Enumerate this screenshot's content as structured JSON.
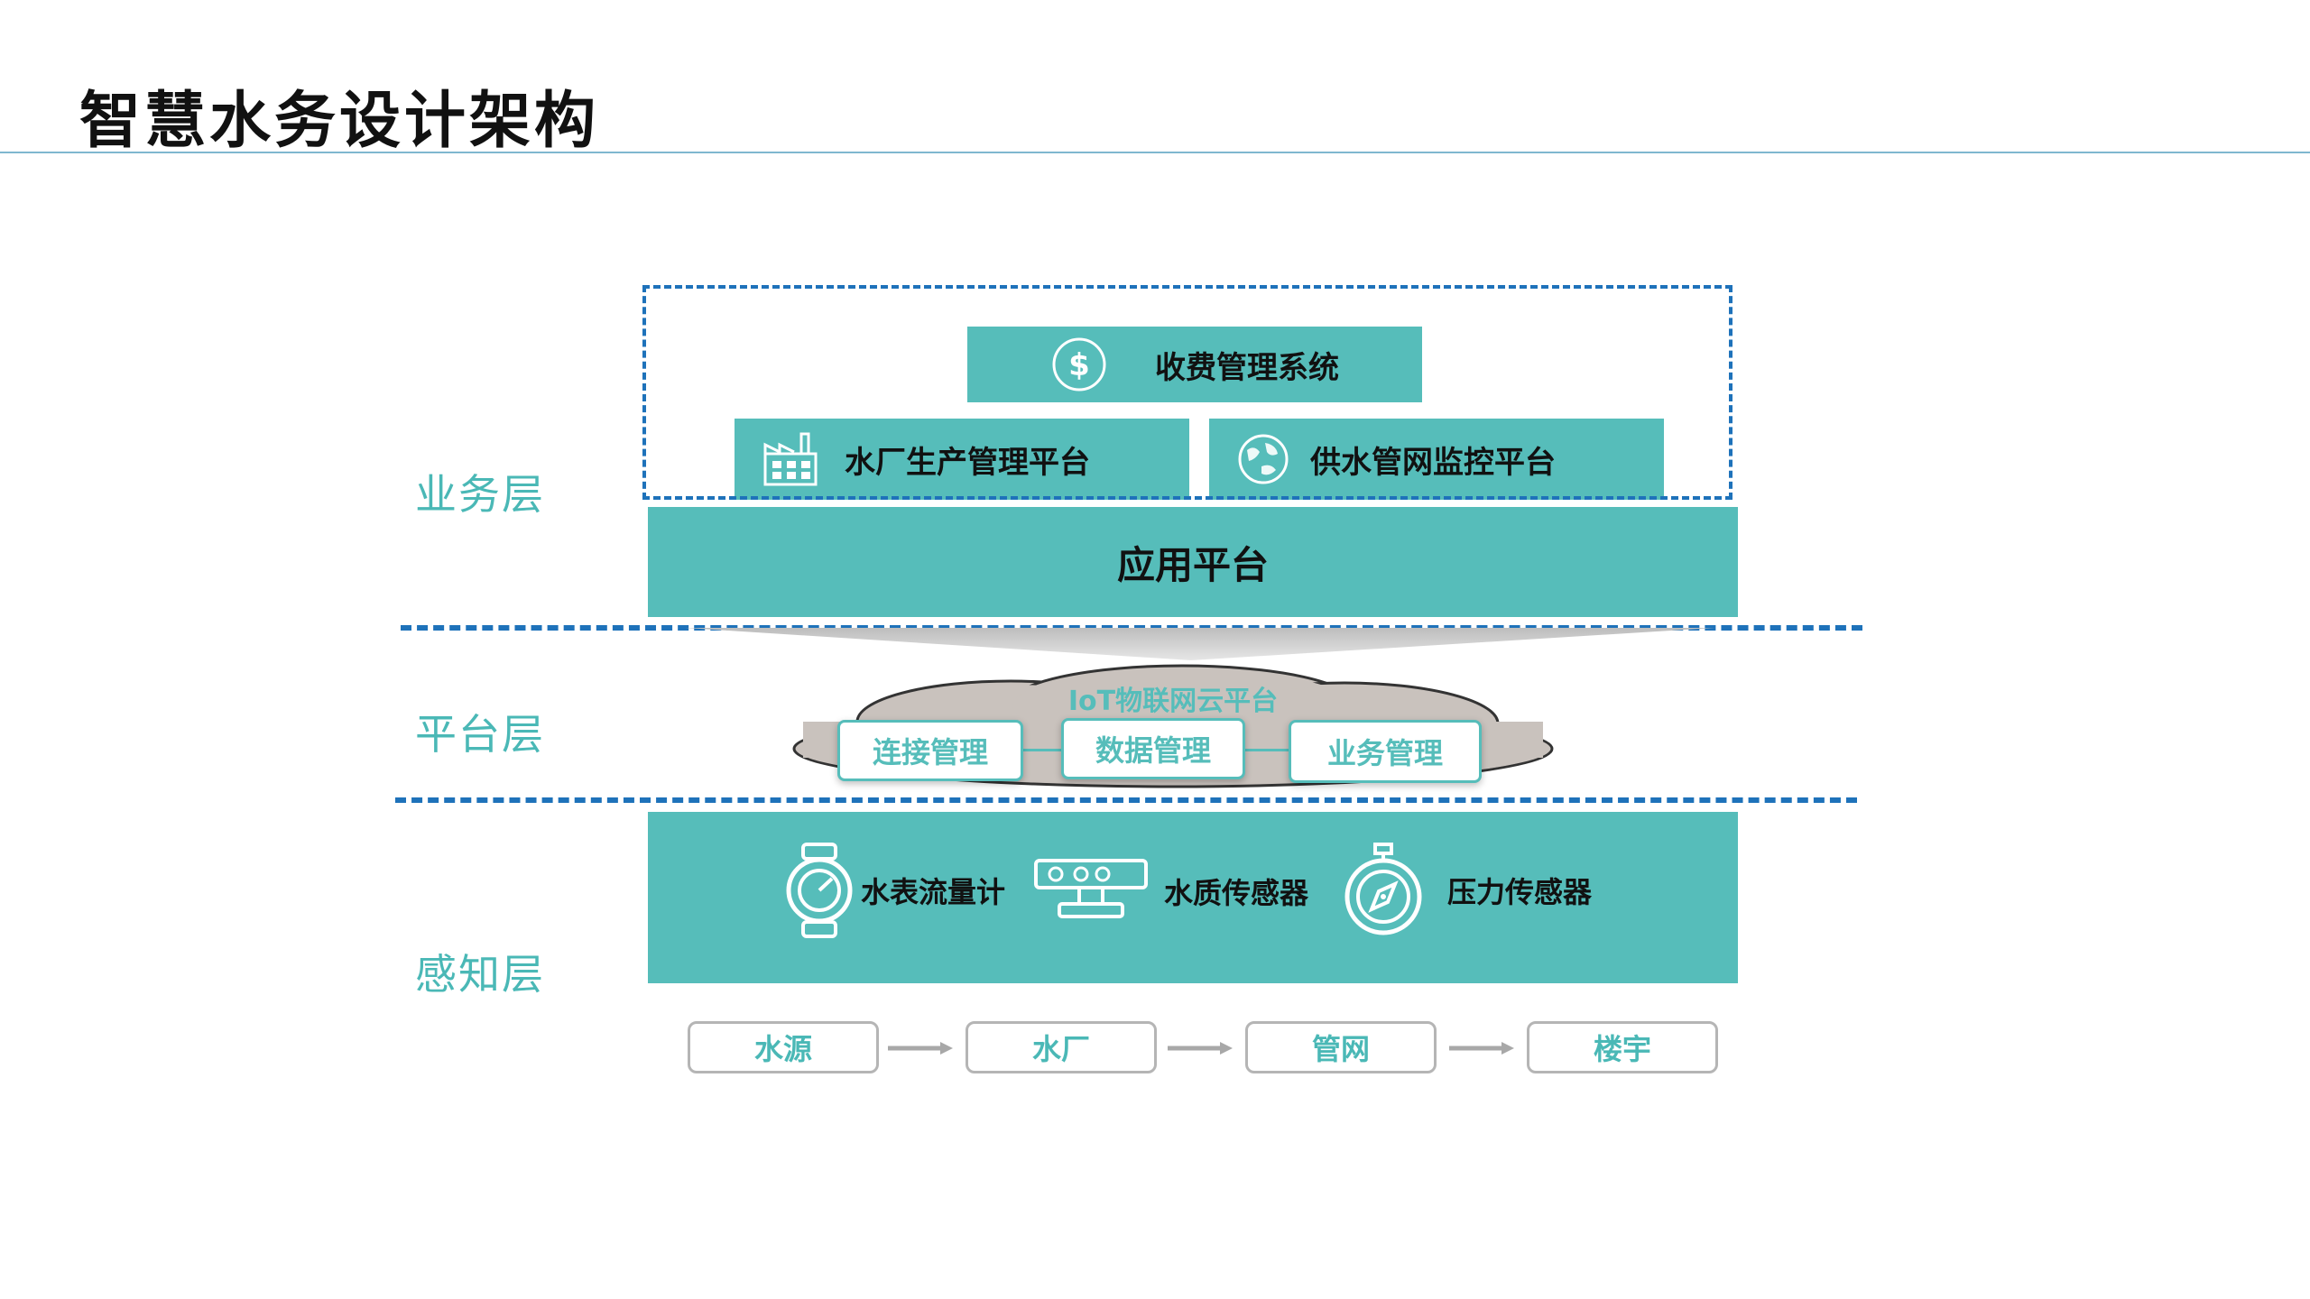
{
  "title": "智慧水务设计架构",
  "layers": {
    "business": "业务层",
    "platform": "平台层",
    "perception": "感知层"
  },
  "business": {
    "billing": {
      "label": "收费管理系统",
      "icon": "dollar-icon"
    },
    "plant": {
      "label": "水厂生产管理平台",
      "icon": "factory-icon"
    },
    "network": {
      "label": "供水管网监控平台",
      "icon": "globe-icon"
    },
    "app_platform": "应用平台"
  },
  "platform": {
    "cloud_title": "IoT物联网云平台",
    "items": [
      "连接管理",
      "数据管理",
      "业务管理"
    ]
  },
  "perception": {
    "sensors": [
      {
        "label": "水表流量计",
        "icon": "water-meter-icon"
      },
      {
        "label": "水质传感器",
        "icon": "quality-sensor-icon"
      },
      {
        "label": "压力传感器",
        "icon": "pressure-gauge-icon"
      }
    ]
  },
  "flow": [
    "水源",
    "水厂",
    "管网",
    "楼宇"
  ],
  "colors": {
    "teal": "#56bdba",
    "label_teal": "#4ab8b6",
    "blue_dash": "#1e72ba",
    "cloud_fill": "#c9c2bd",
    "gray_border": "#b5b5b5"
  }
}
